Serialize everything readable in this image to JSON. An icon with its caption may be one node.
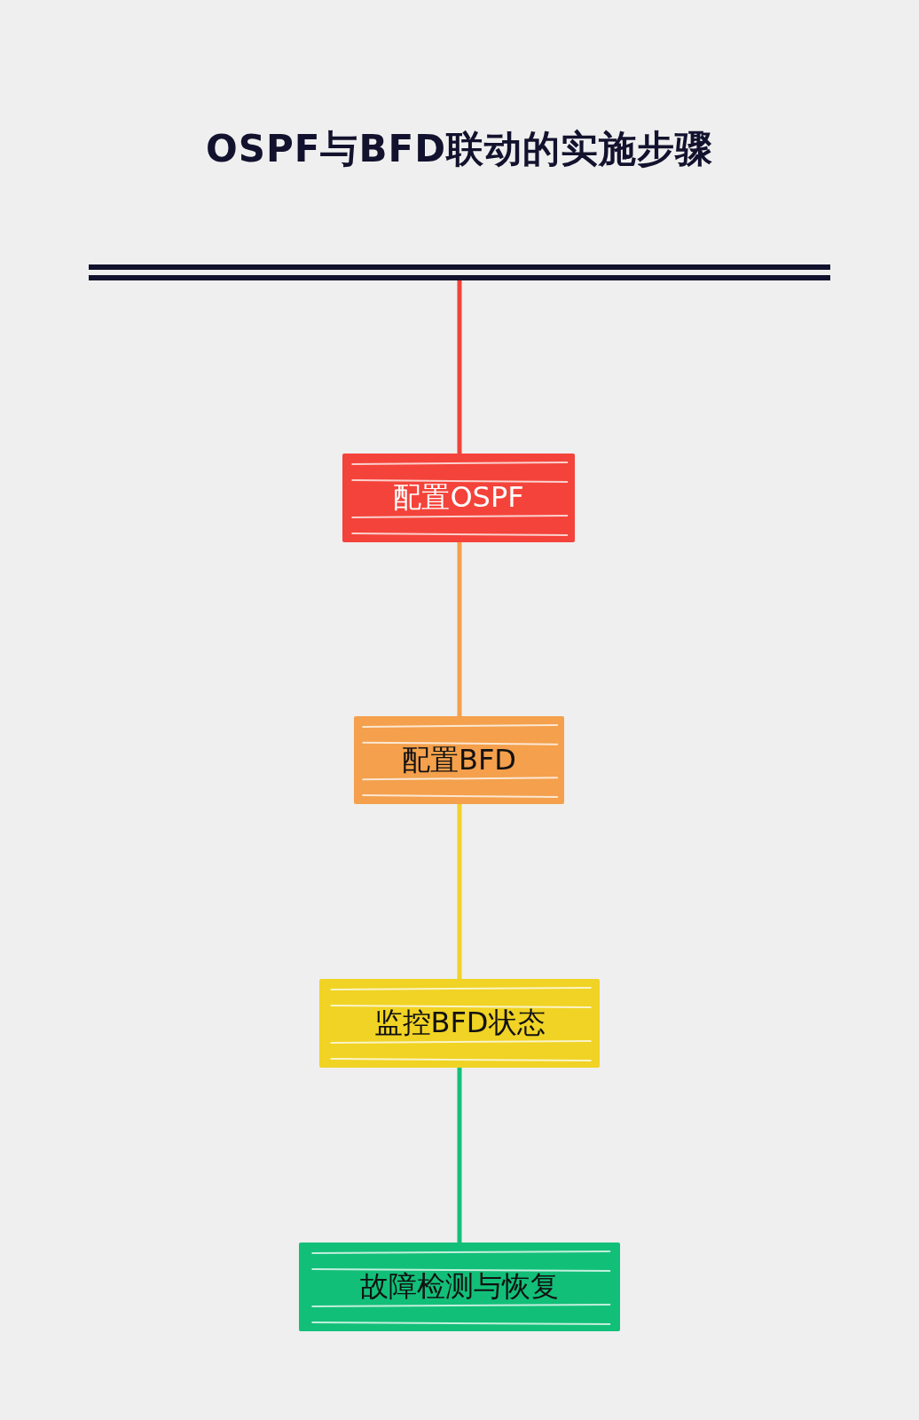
{
  "diagram": {
    "title": "OSPF与BFD联动的实施步骤",
    "nodes": [
      {
        "text": [
          "配置OSPF"
        ]
      },
      {
        "text": [
          "配置BFD"
        ]
      },
      {
        "text": [
          "监控BFD状态"
        ]
      },
      {
        "text": [
          "故障检测与恢复"
        ]
      }
    ],
    "edges": [
      {
        "from": null,
        "to": 0,
        "arrow": "none",
        "color": "#f0443a"
      },
      {
        "from": 0,
        "to": 1,
        "arrow": "none",
        "color": "#f4a04c"
      },
      {
        "from": 1,
        "to": 2,
        "arrow": "none",
        "color": "#f0d22a"
      },
      {
        "from": 2,
        "to": 3,
        "arrow": "none",
        "color": "#15bf7a"
      }
    ]
  }
}
